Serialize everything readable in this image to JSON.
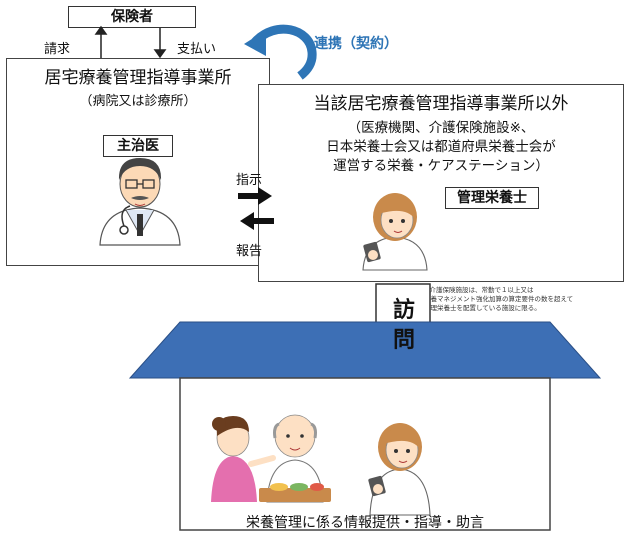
{
  "insurer": {
    "label": "保険者"
  },
  "claim_label": "請求",
  "payment_label": "支払い",
  "cooperation_label": "連携（契約）",
  "clinic": {
    "title": "居宅療養管理指導事業所",
    "subtitle": "（病院又は診療所）",
    "doctor_label": "主治医"
  },
  "other_office": {
    "title": "当該居宅療養管理指導事業所以外",
    "line1": "（医療機関、介護保険施設※、",
    "line2": "日本栄養士会又は都道府県栄養士会が",
    "line3": "運営する栄養・ケアステーション）",
    "dietitian_label": "管理栄養士"
  },
  "instruction_label": "指示",
  "report_label": "報告",
  "footnote": {
    "line1": "※介護保険施設は、常勤で１以上又は",
    "line2": "栄養マネジメント強化加算の算定要件の数を超えて",
    "line3": "管理栄養士を配置している施設に限る。"
  },
  "visit_chars": [
    "訪",
    "問"
  ],
  "home_caption": "栄養管理に係る情報提供・指導・助言",
  "colors": {
    "roof": "#3d6fb5",
    "cooperation": "#2e75b6",
    "arrow": "#222222"
  }
}
